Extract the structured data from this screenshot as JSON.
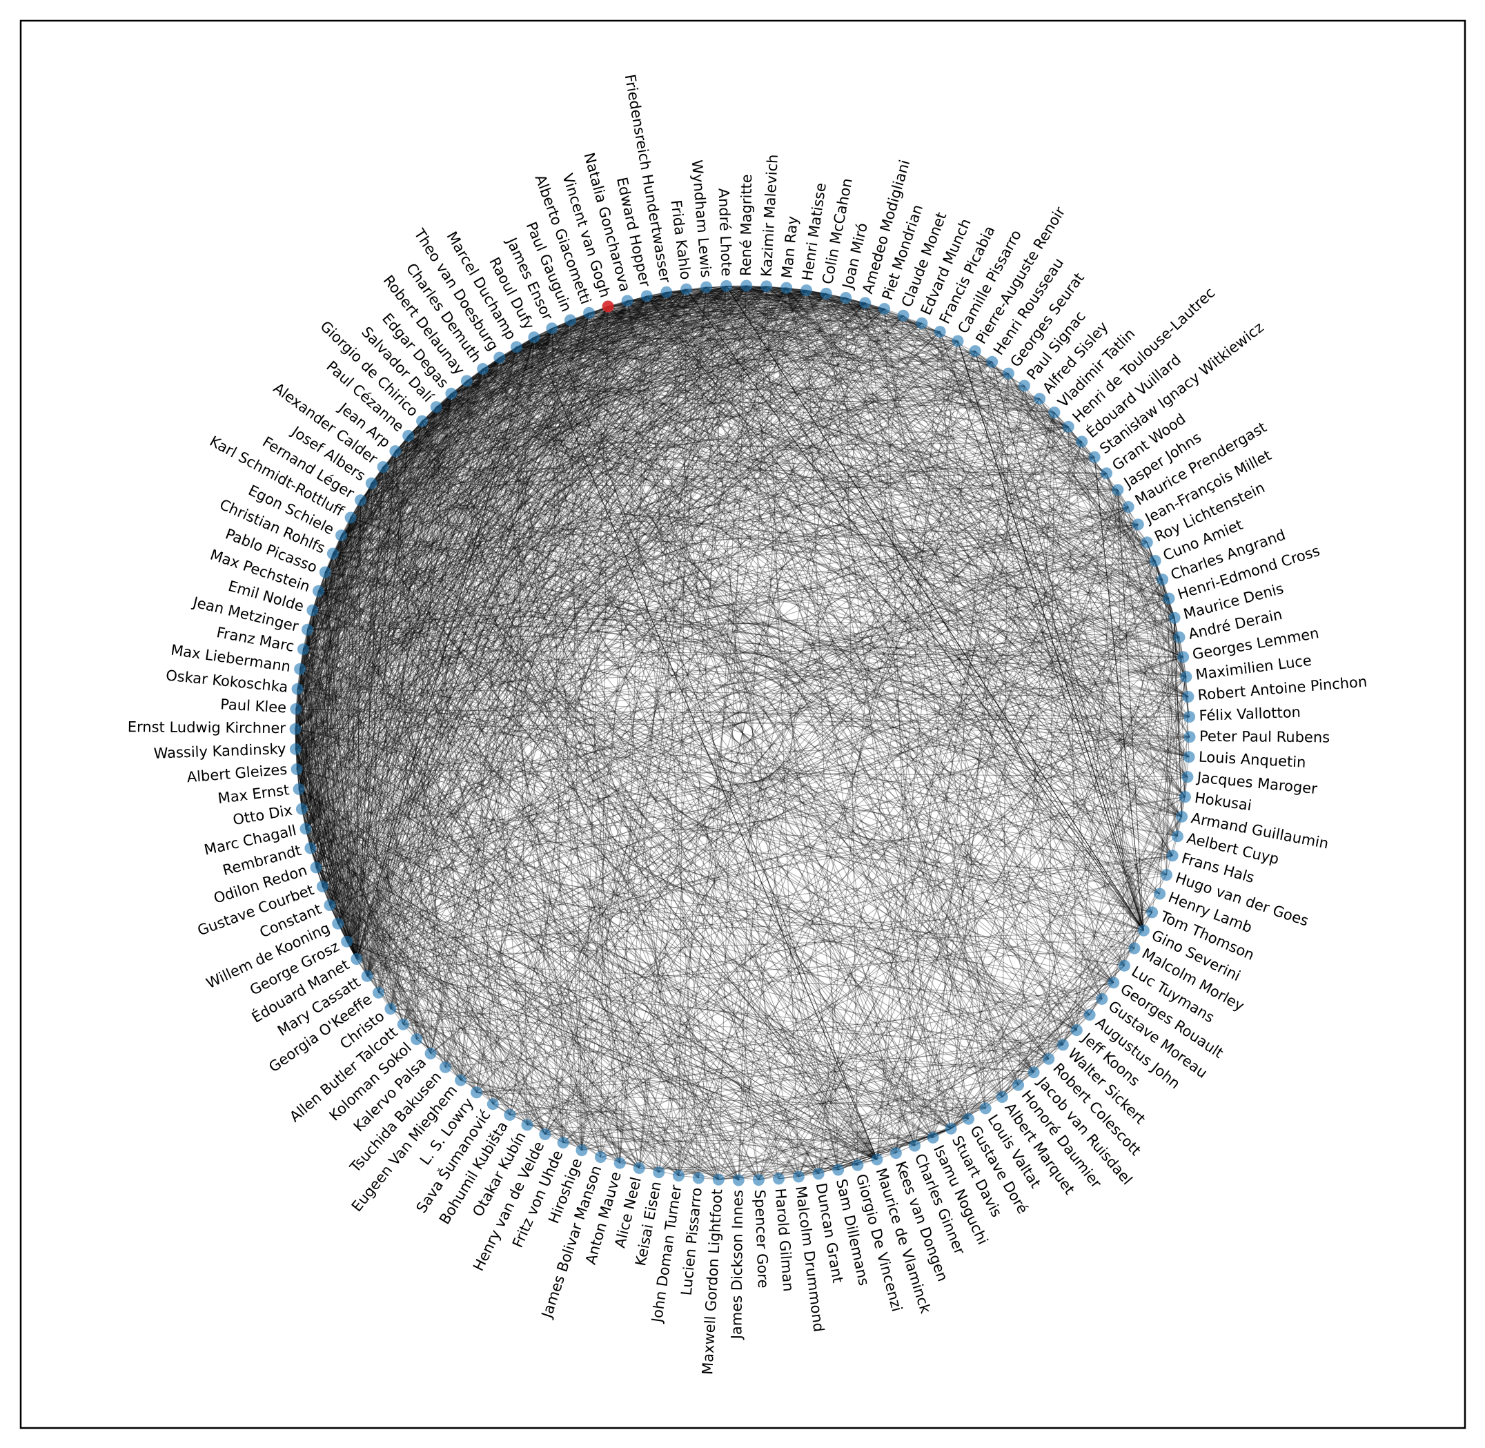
{
  "nodes": [
    "Vincent van Gogh",
    "Natalia Goncharova",
    "Edward Hopper",
    "Friedensreich Hundertwasser",
    "Frida Kahlo",
    "Wyndham Lewis",
    "André Lhote",
    "René Magritte",
    "Kazimir Malevich",
    "Man Ray",
    "Henri Matisse",
    "Colin McCahon",
    "Joan Miró",
    "Amedeo Modigliani",
    "Piet Mondrian",
    "Claude Monet",
    "Edvard Munch",
    "Francis Picabia",
    "Camille Pissarro",
    "Pierre-Auguste Renoir",
    "Henri Rousseau",
    "Georges Seurat",
    "Paul Signac",
    "Alfred Sisley",
    "Vladimir Tatlin",
    "Henri de Toulouse-Lautrec",
    "Édouard Vuillard",
    "Stanisław Ignacy Witkiewicz",
    "Grant Wood",
    "Jasper Johns",
    "Maurice Prendergast",
    "Jean-François Millet",
    "Roy Lichtenstein",
    "Cuno Amiet",
    "Charles Angrand",
    "Henri-Edmond Cross",
    "Maurice Denis",
    "André Derain",
    "Georges Lemmen",
    "Maximilien Luce",
    "Robert Antoine Pinchon",
    "Félix Vallotton",
    "Peter Paul Rubens",
    "Louis Anquetin",
    "Jacques Maroger",
    "Hokusai",
    "Armand Guillaumin",
    "Aelbert Cuyp",
    "Frans Hals",
    "Hugo van der Goes",
    "Henry Lamb",
    "Tom Thomson",
    "Gino Severini",
    "Malcolm Morley",
    "Luc Tuymans",
    "Georges Rouault",
    "Gustave Moreau",
    "Augustus John",
    "Jeff Koons",
    "Walter Sickert",
    "Robert Colescott",
    "Jacob van Ruisdael",
    "Honoré Daumier",
    "Albert Marquet",
    "Louis Valtat",
    "Gustave Doré",
    "Stuart Davis",
    "Isamu Noguchi",
    "Charles Ginner",
    "Kees van Dongen",
    "Maurice de Vlaminck",
    "Giorgio De Vincenzi",
    "Sam Dillemans",
    "Duncan Grant",
    "Malcolm Drummond",
    "Harold Gilman",
    "Spencer Gore",
    "James Dickson Innes",
    "Maxwell Gordon Lightfoot",
    "Lucien Pissarro",
    "John Doman Turner",
    "Keisai Eisen",
    "Alice Neel",
    "Anton Mauve",
    "James Bolivar Manson",
    "Hiroshige",
    "Fritz von Uhde",
    "Henry van de Velde",
    "Otakar Kubín",
    "Bohumil Kubišta",
    "Sava Šumanović",
    "L. S. Lowry",
    "Eugeen Van Mieghem",
    "Tsuchida Bakusen",
    "Kalervo Palsa",
    "Koloman Sokol",
    "Allen Butler Talcott",
    "Christo",
    "Georgia O'Keeffe",
    "Mary Cassatt",
    "Édouard Manet",
    "George Grosz",
    "Willem de Kooning",
    "Constant",
    "Gustave Courbet",
    "Odilon Redon",
    "Rembrandt",
    "Marc Chagall",
    "Otto Dix",
    "Max Ernst",
    "Albert Gleizes",
    "Wassily Kandinsky",
    "Ernst Ludwig Kirchner",
    "Paul Klee",
    "Oskar Kokoschka",
    "Max Liebermann",
    "Franz Marc",
    "Jean Metzinger",
    "Emil Nolde",
    "Max Pechstein",
    "Pablo Picasso",
    "Christian Rohlfs",
    "Egon Schiele",
    "Karl Schmidt-Rottluff",
    "Fernand Léger",
    "Josef Albers",
    "Alexander Calder",
    "Jean Arp",
    "Paul Cézanne",
    "Giorgio de Chirico",
    "Salvador Dalí",
    "Edgar Degas",
    "Robert Delaunay",
    "Charles Demuth",
    "Theo van Doesburg",
    "Marcel Duchamp",
    "Raoul Dufy",
    "James Ensor",
    "Paul Gauguin",
    "Alberto Giacometti"
  ],
  "highlighted_node": "Vincent van Gogh",
  "colors": {
    "node": "#1f77b4",
    "highlight": "#d62728",
    "edge": "#000000",
    "frame": "#000000",
    "text": "#000000"
  }
}
